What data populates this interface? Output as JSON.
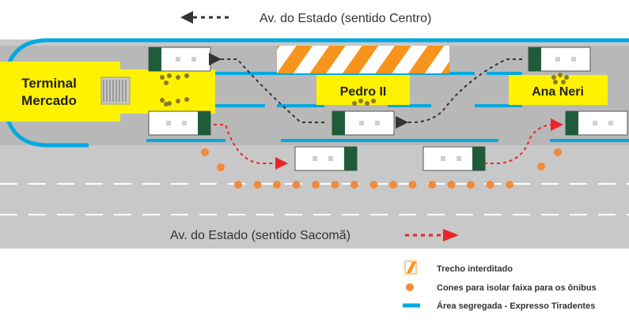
{
  "top_road": {
    "label": "Av. do Estado (sentido Centro)"
  },
  "bottom_road": {
    "label": "Av. do Estado (sentido Sacomã)"
  },
  "stations": {
    "terminal": {
      "line1": "Terminal",
      "line2": "Mercado"
    },
    "pedro": {
      "label": "Pedro II"
    },
    "ana": {
      "label": "Ana Neri"
    }
  },
  "legend": {
    "items": [
      {
        "label": "Trecho interditado",
        "icon": "blocked-stripes-icon"
      },
      {
        "label": "Cones para isolar faixa para os ônibus",
        "icon": "cone-dot-icon"
      },
      {
        "label": "Área segregada - Expresso Tiradentes",
        "icon": "segregated-line-icon"
      }
    ]
  },
  "colors": {
    "road": "#c8c8c8",
    "corridor": "#b5b5b5",
    "station": "#fff200",
    "segregated": "#00a9e0",
    "cone": "#f08a3c",
    "blocked_orange": "#f7941d",
    "bus_green": "#1e5c3a",
    "arrow_red": "#e8262a",
    "arrow_dark": "#333333"
  }
}
